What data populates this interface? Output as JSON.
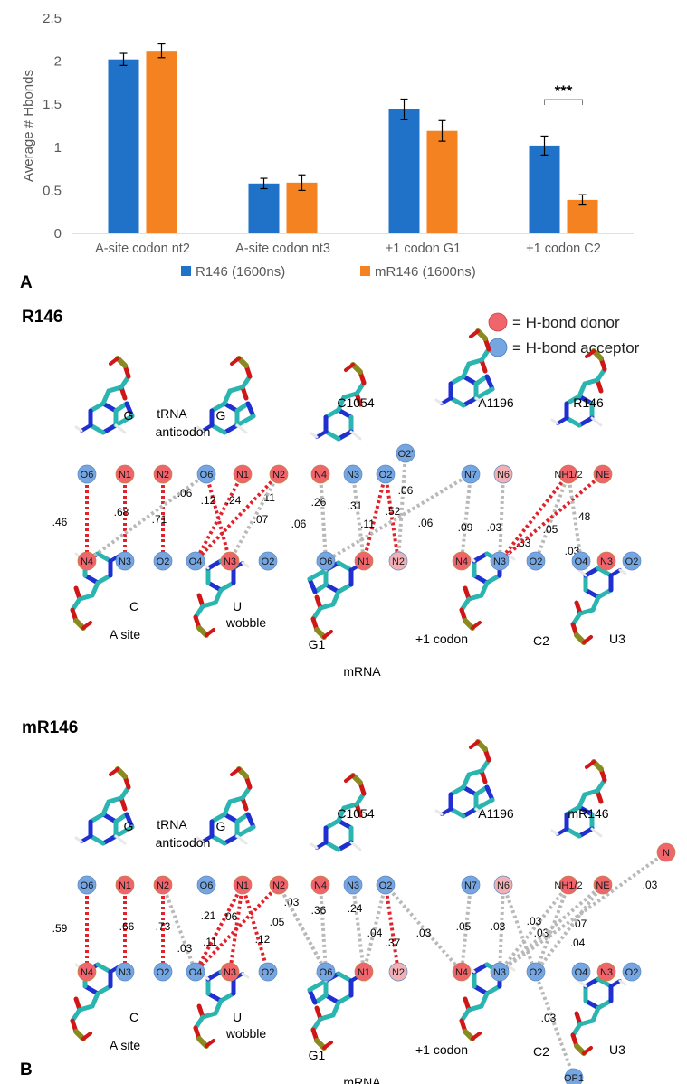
{
  "chart_data": {
    "type": "bar",
    "ylabel": "Average # Hbonds",
    "ylim": [
      0,
      2.5
    ],
    "yticks": [
      "0",
      "0.5",
      "1",
      "1.5",
      "2",
      "2.5"
    ],
    "categories": [
      "A-site codon nt2",
      "A-site codon nt3",
      "+1 codon G1",
      "+1 codon C2"
    ],
    "series": [
      {
        "name": "R146 (1600ns)",
        "color": "#1f72c8",
        "values": [
          2.02,
          0.58,
          1.44,
          1.02
        ],
        "errors": [
          0.07,
          0.06,
          0.12,
          0.11
        ]
      },
      {
        "name": "mR146 (1600ns)",
        "color": "#f58220",
        "values": [
          2.12,
          0.59,
          1.19,
          0.39
        ],
        "errors": [
          0.08,
          0.09,
          0.12,
          0.06
        ]
      }
    ],
    "significance": {
      "category_index": 3,
      "label": "***"
    },
    "grid": false,
    "legend": "bottom"
  },
  "panel_labels": {
    "a": "A",
    "b": "B"
  },
  "legend_hbond": {
    "donor": "= H-bond donor",
    "acceptor": "= H-bond acceptor",
    "donor_color": "#f0646b",
    "acceptor_color": "#75a6e2"
  },
  "diagrams": [
    {
      "title": "R146",
      "labels": [
        "G",
        "tRNA",
        "anticodon",
        "G",
        "C1054",
        "A1196",
        "R146",
        "C",
        "A site",
        "U",
        "wobble",
        "G1",
        "+1 codon",
        "mRNA",
        "C2",
        "U3"
      ],
      "top_nodes": [
        "O6",
        "N1",
        "N2",
        "O6",
        "N1",
        "N2",
        "N4",
        "N3",
        "O2",
        "O2'",
        "N7",
        "N6",
        "NH1/2",
        "NE"
      ],
      "bottom_nodes": [
        "N4",
        "N3",
        "O2",
        "O4",
        "N3",
        "O2",
        "O6",
        "N1",
        "N2",
        "N4",
        "N3",
        "O2",
        "O4",
        "N3",
        "O2"
      ],
      "edge_values": [
        ".46",
        ".68",
        ".71",
        ".06",
        ".12",
        ".24",
        ".11",
        ".07",
        ".06",
        ".26",
        ".31",
        ".11",
        ".52",
        ".06",
        ".06",
        ".09",
        ".03",
        ".33",
        ".05",
        ".48",
        ".03"
      ]
    },
    {
      "title": "mR146",
      "labels": [
        "G",
        "tRNA",
        "anticodon",
        "G",
        "C1054",
        "A1196",
        "mR146",
        "C",
        "A site",
        "U",
        "wobble",
        "G1",
        "+1 codon",
        "mRNA",
        "C2",
        "U3"
      ],
      "top_nodes": [
        "O6",
        "N1",
        "N2",
        "O6",
        "N1",
        "N2",
        "N4",
        "N3",
        "O2",
        "N7",
        "N6",
        "NH1/2",
        "NE",
        "N"
      ],
      "bottom_nodes": [
        "N4",
        "N3",
        "O2",
        "O4",
        "N3",
        "O2",
        "O6",
        "N1",
        "N2",
        "N4",
        "N3",
        "O2",
        "O4",
        "N3",
        "O2",
        "OP1"
      ],
      "edge_values": [
        ".59",
        ".66",
        ".73",
        ".03",
        ".21",
        ".06",
        ".11",
        ".12",
        ".03",
        ".05",
        ".36",
        ".24",
        ".04",
        ".37",
        ".03",
        ".05",
        ".03",
        ".03",
        ".03",
        ".07",
        ".04",
        ".03",
        ".03"
      ]
    }
  ]
}
